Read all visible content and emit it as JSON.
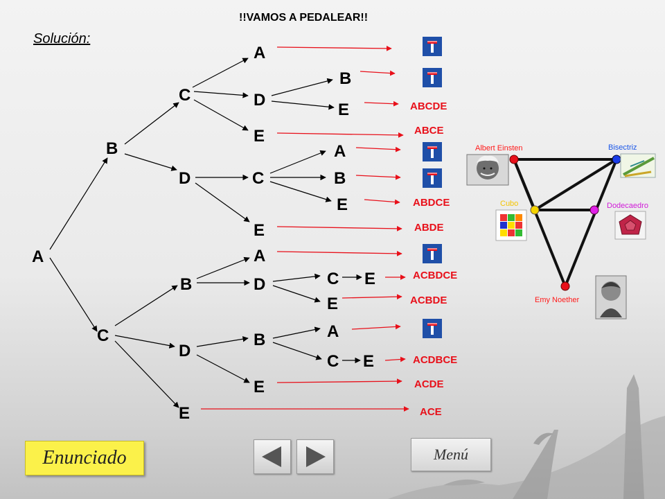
{
  "title": "!!VAMOS A PEDALEAR!!",
  "subtitle": "Solución:",
  "tree_nodes": {
    "root": "A",
    "l1_b": "B",
    "l1_c": "C",
    "b_c": "C",
    "b_d": "D",
    "bc_a": "A",
    "bc_d": "D",
    "bc_e": "E",
    "bcd_b": "B",
    "bcd_e": "E",
    "bd_c": "C",
    "bd_e": "E",
    "bdc_a": "A",
    "bdc_b": "B",
    "bdc_e": "E",
    "c_b": "B",
    "c_d": "D",
    "c_e": "E",
    "cb_a": "A",
    "cb_d": "D",
    "cbd_c": "C",
    "cbd_c_e": "E",
    "cbd_e": "E",
    "cd_b": "B",
    "cd_e": "E",
    "cdb_a": "A",
    "cdb_c": "C",
    "cdb_c_e": "E"
  },
  "results": {
    "bcde": "ABCDE",
    "bce": "ABCE",
    "bdce": "ABDCE",
    "bde": "ABDE",
    "cbdce": "ACBDCE",
    "cbde": "ACBDE",
    "cdbce": "ACDBCE",
    "cde": "ACDE",
    "ce": "ACE"
  },
  "dead_end_icon": "no-entry-road-sign-icon",
  "graph": {
    "labels": {
      "einstein": "Albert Einsten",
      "bisectriz": "Bisectriz",
      "cubo": "Cubo",
      "dodecaedro": "Dodecaedro",
      "noether": "Emy Noether"
    },
    "colors": {
      "einstein": "#e8101a",
      "bisectriz": "#1a3ce8",
      "cubo": "#f5d400",
      "dodecaedro": "#e020e8",
      "noether": "#e8101a"
    }
  },
  "buttons": {
    "enunciado": "Enunciado",
    "menu": "Menú",
    "prev_icon": "previous-triangle-icon",
    "next_icon": "next-triangle-icon"
  },
  "colors": {
    "accent_red": "#e8101a",
    "button_yellow": "#fbf14a",
    "sign_blue": "#1f4fa8"
  }
}
